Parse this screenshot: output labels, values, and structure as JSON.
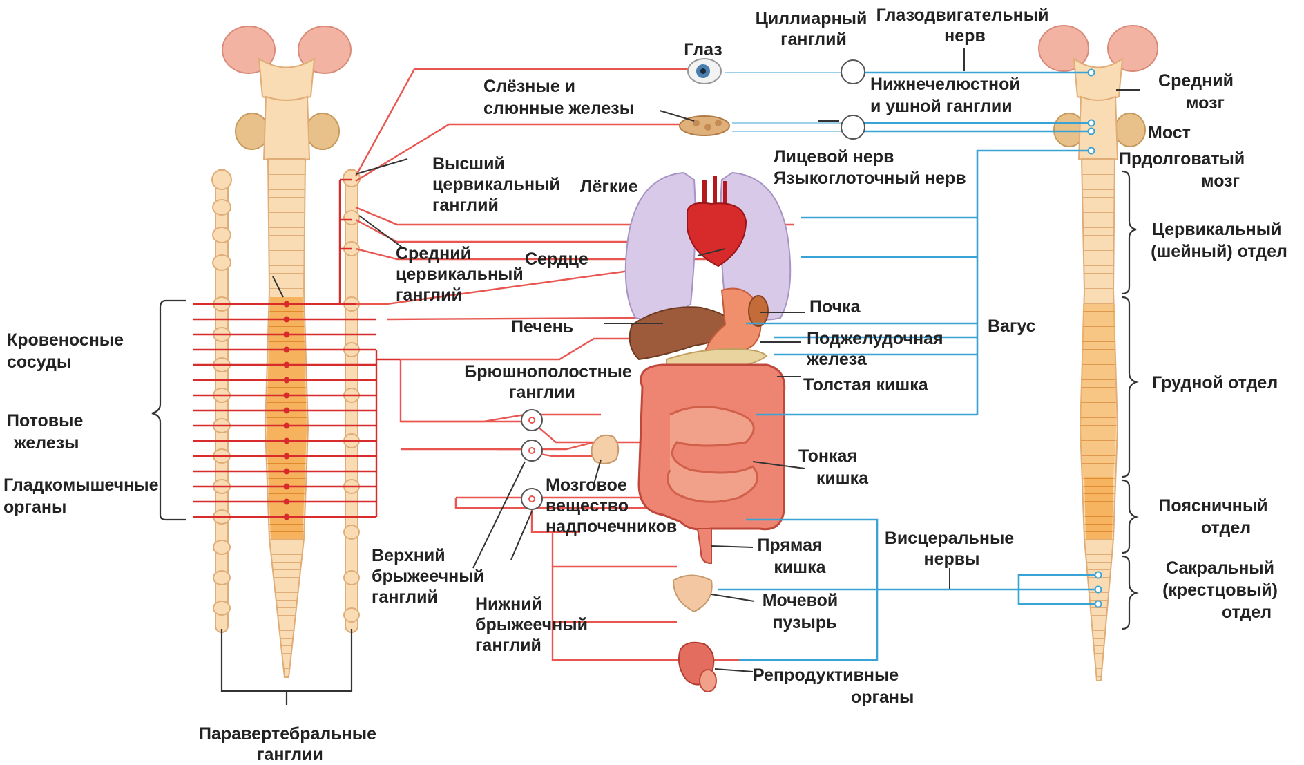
{
  "labels": {
    "eye": "Глаз",
    "ciliary_ganglion": [
      "Циллиарный",
      "ганглий"
    ],
    "oculomotor_nerve": [
      "Глазодвигательный",
      "нерв"
    ],
    "midbrain": [
      "Средний",
      "мозг"
    ],
    "lacrimal_salivary": [
      "Слёзные и",
      "слюнные железы"
    ],
    "mandibular_otic": [
      "Нижнечелюстной",
      "и ушной ганглии"
    ],
    "pons": "Мост",
    "medulla": [
      "Прдолговатый",
      "мозг"
    ],
    "facial_nerve": "Лицевой нерв",
    "glossopharyngeal_nerve": "Языкоглоточный нерв",
    "superior_cervical_ganglion": [
      "Высший",
      "цервикальный",
      "ганглий"
    ],
    "lungs": "Лёгкие",
    "middle_cervical_ganglion": [
      "Средний",
      "цервикальный",
      "ганглий"
    ],
    "heart": "Сердце",
    "cervical_region": [
      "Цервикальный",
      "(шейный) отдел"
    ],
    "kidney": "Почка",
    "liver": "Печень",
    "vagus": "Вагус",
    "pancreas": [
      "Поджелудочная",
      "железа"
    ],
    "blood_vessels": [
      "Кровеносные",
      "сосуды"
    ],
    "celiac_ganglia": [
      "Брюшнополостные",
      "ганглии"
    ],
    "large_intestine": "Толстая кишка",
    "thoracic_region": "Грудной отдел",
    "sweat_glands": [
      "Потовые",
      "железы"
    ],
    "small_intestine": [
      "Тонкая",
      "кишка"
    ],
    "smooth_muscle_organs": [
      "Гладкомышечные",
      "органы"
    ],
    "adrenal_medulla": [
      "Мозговое",
      "вещество",
      "надпочечников"
    ],
    "lumbar_region": [
      "Поясничный",
      "отдел"
    ],
    "visceral_nerves": [
      "Висцеральные",
      "нервы"
    ],
    "rectum": [
      "Прямая",
      "кишка"
    ],
    "superior_mesenteric_ganglion": [
      "Верхний",
      "брыжеечный",
      "ганглий"
    ],
    "sacral_region": [
      "Сакральный",
      "(крестцовый)",
      "отдел"
    ],
    "inferior_mesenteric_ganglion": [
      "Нижний",
      "брыжеечный",
      "ганглий"
    ],
    "bladder": [
      "Мочевой",
      "пузырь"
    ],
    "reproductive_organs": [
      "Репродуктивные",
      "органы"
    ],
    "paravertebral_ganglia": [
      "Паравертебральные",
      "ганглии"
    ]
  },
  "colors": {
    "sympathetic_postganglionic": "#e8564f",
    "sympathetic_preganglionic": "#d82b2b",
    "parasympathetic": "#3aa3d6",
    "spinal_cord": "#f9dcb4",
    "spinal_cord_thoracolumbar": "#f6b25c",
    "brain": "#f2b3a3",
    "text": "#222222"
  }
}
